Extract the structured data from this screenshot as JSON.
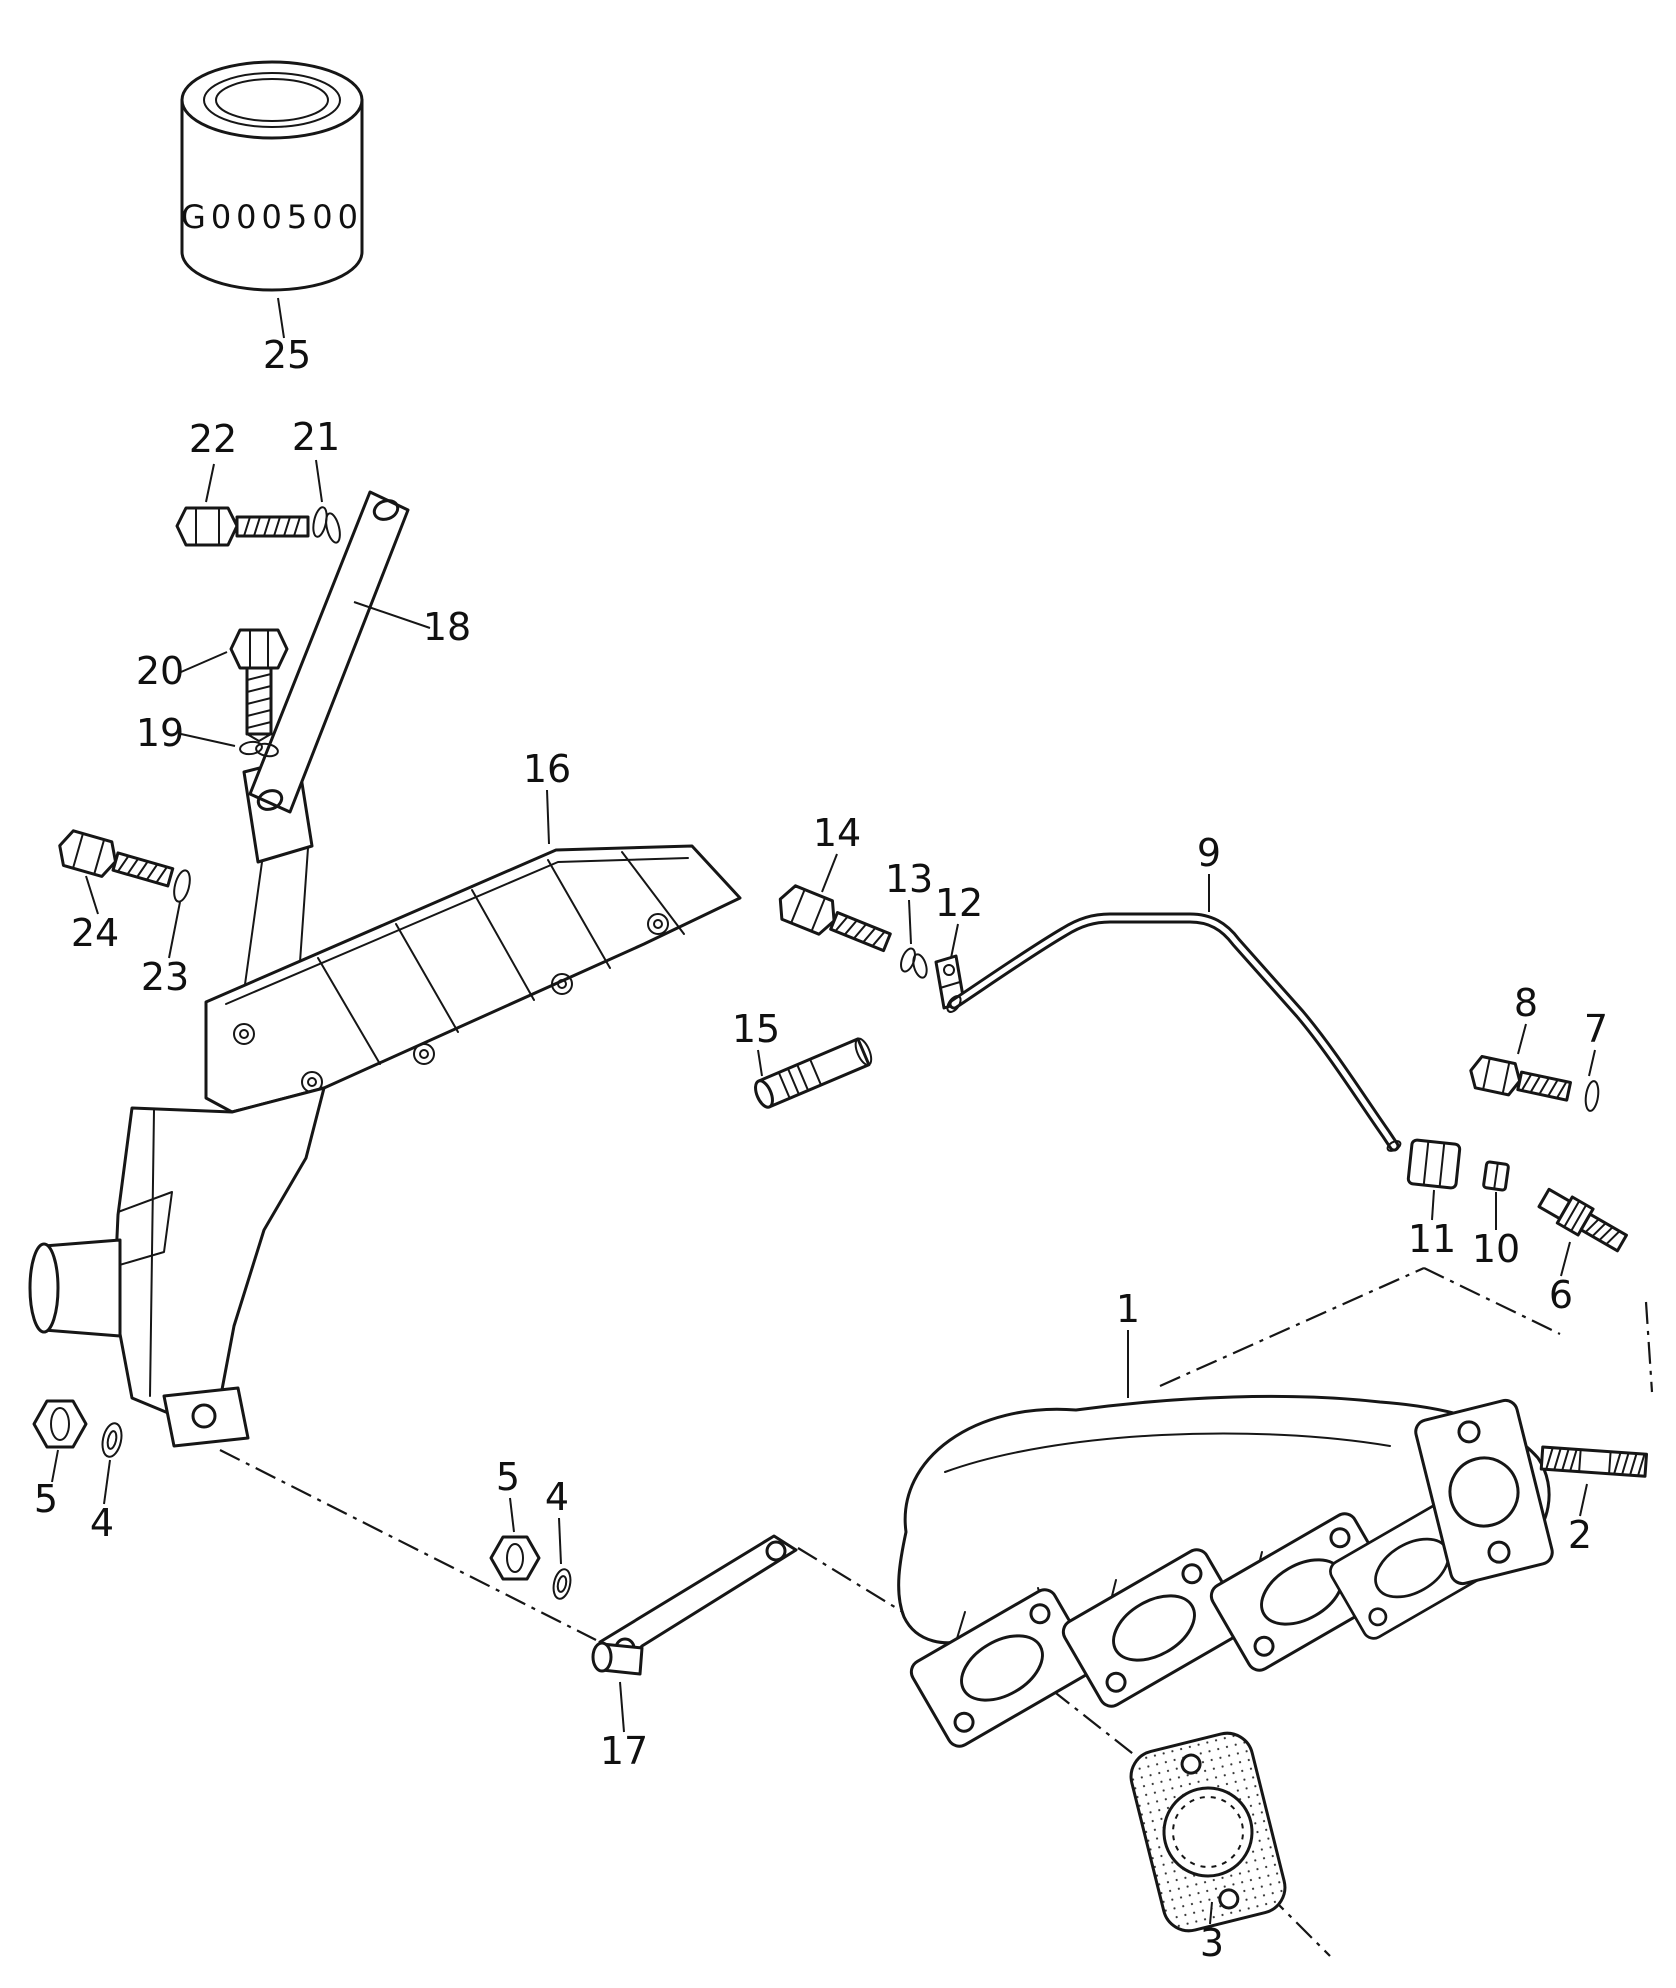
{
  "diagram": {
    "ink_color": "#161616",
    "paper_color": "#ffffff",
    "can_code": "G000500",
    "callouts": [
      "25",
      "22",
      "21",
      "18",
      "20",
      "19",
      "24",
      "23",
      "16",
      "14",
      "13",
      "12",
      "15",
      "9",
      "8",
      "7",
      "11",
      "10",
      "6",
      "1",
      "2",
      "5",
      "4",
      "5",
      "4",
      "17",
      "3"
    ]
  }
}
